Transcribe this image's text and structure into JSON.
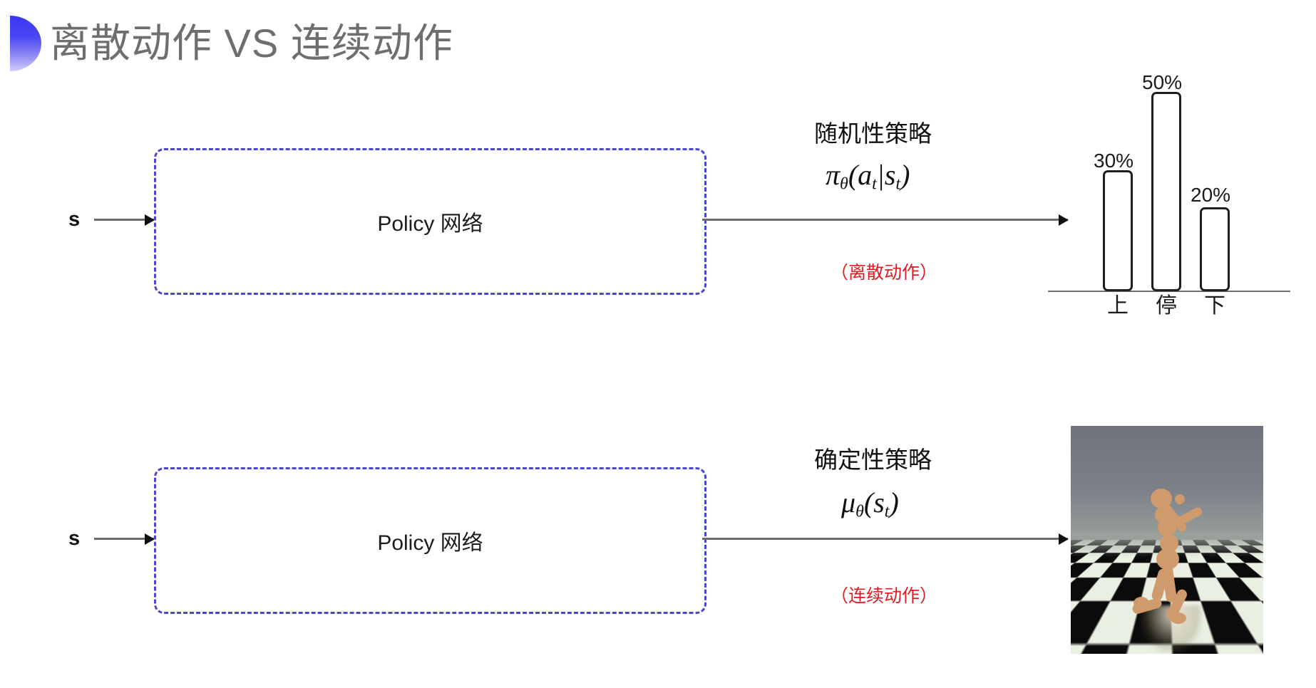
{
  "slide": {
    "title": "离散动作 VS 连续动作",
    "bullet_gradient_from": "#3a37f0",
    "bullet_gradient_to": "#cfcdfb",
    "title_color": "#6e6e6e",
    "background": "#ffffff"
  },
  "rows": {
    "top": {
      "input_label": "s",
      "box_label": "Policy 网络",
      "box_border_color": "#4b45cf",
      "annotation_title": "随机性策略",
      "formula_main": "π",
      "formula_sub": "θ",
      "formula_args": "(a",
      "formula_arg_sub": "t",
      "formula_bar": "|s",
      "formula_arg_sub2": "t",
      "formula_close": ")",
      "note": "（离散动作）",
      "note_color": "#e01b24"
    },
    "bottom": {
      "input_label": "s",
      "box_label": "Policy 网络",
      "box_border_color": "#4b45cf",
      "annotation_title": "确定性策略",
      "formula_main": "μ",
      "formula_sub": "θ",
      "formula_args": "(s",
      "formula_arg_sub": "t",
      "formula_close": ")",
      "note": "（连续动作）",
      "note_color": "#e01b24"
    }
  },
  "chart_data": {
    "type": "bar",
    "title": "",
    "categories": [
      "上",
      "停",
      "下"
    ],
    "values": [
      30,
      50,
      20
    ],
    "value_labels": [
      "30%",
      "50%",
      "20%"
    ],
    "xlabel": "",
    "ylabel": "",
    "ylim": [
      0,
      60
    ],
    "grid": false,
    "legend": "none",
    "bar_fill": "#ffffff",
    "bar_stroke": "#1f1f1f",
    "axis_color": "#6f6f6f"
  },
  "simulation": {
    "caption": "",
    "sky_color": "#6f747f",
    "floor_colors": [
      "#0b0b0b",
      "#e9f0e2"
    ],
    "figure_color": "#cf9a6c"
  }
}
